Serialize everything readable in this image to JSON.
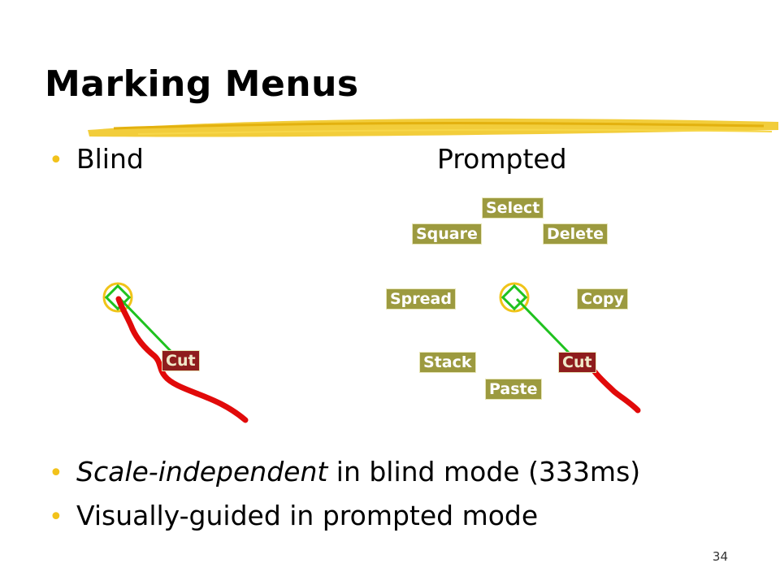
{
  "slide": {
    "title": "Marking Menus",
    "page_number": "34"
  },
  "top_row": {
    "blind_label": "Blind",
    "prompted_label": "Prompted"
  },
  "bullets": {
    "line1_italic": "Scale-independent",
    "line1_rest": " in blind mode (333ms)",
    "line2": "Visually-guided in prompted mode"
  },
  "blind_menu": {
    "selected_item": "Cut"
  },
  "prompted_menu": {
    "items": {
      "select": "Select",
      "square": "Square",
      "delete": "Delete",
      "spread": "Spread",
      "copy": "Copy",
      "stack": "Stack",
      "cut": "Cut",
      "paste": "Paste"
    }
  },
  "colors": {
    "bullet": "#f2c21b",
    "underline_brush": "#f0c419",
    "menu_item_bg": "#9c9a3f",
    "selected_item_bg": "#8f1d1d",
    "mark_stroke": "#e10a0a",
    "guide_line": "#1fc21f"
  }
}
